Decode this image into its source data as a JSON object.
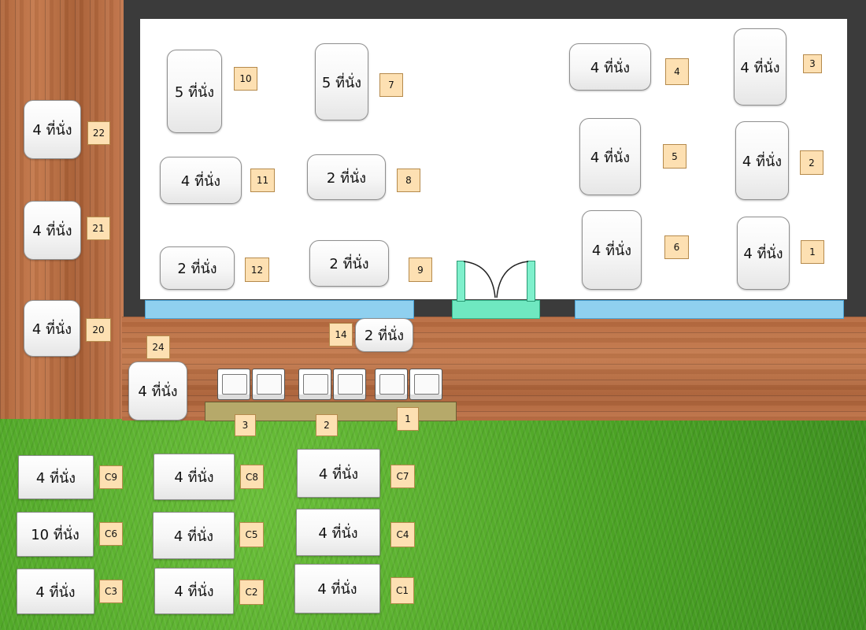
{
  "tables": [
    {
      "id": "t10",
      "label": "5 ที่นั่ง",
      "num": "10"
    },
    {
      "id": "t7",
      "label": "5 ที่นั่ง",
      "num": "7"
    },
    {
      "id": "t4",
      "label": "4 ที่นั่ง",
      "num": "4"
    },
    {
      "id": "t3",
      "label": "4 ที่นั่ง",
      "num": "3"
    },
    {
      "id": "t11",
      "label": "4 ที่นั่ง",
      "num": "11"
    },
    {
      "id": "t8",
      "label": "2 ที่นั่ง",
      "num": "8"
    },
    {
      "id": "t5",
      "label": "4 ที่นั่ง",
      "num": "5"
    },
    {
      "id": "t2",
      "label": "4 ที่นั่ง",
      "num": "2"
    },
    {
      "id": "t12",
      "label": "2 ที่นั่ง",
      "num": "12"
    },
    {
      "id": "t9",
      "label": "2 ที่นั่ง",
      "num": "9"
    },
    {
      "id": "t6",
      "label": "4 ที่นั่ง",
      "num": "6"
    },
    {
      "id": "t1",
      "label": "4 ที่นั่ง",
      "num": "1"
    },
    {
      "id": "t22",
      "label": "4 ที่นั่ง",
      "num": "22"
    },
    {
      "id": "t21",
      "label": "4 ที่นั่ง",
      "num": "21"
    },
    {
      "id": "t20",
      "label": "4 ที่นั่ง",
      "num": "20"
    },
    {
      "id": "t14",
      "label": "2 ที่นั่ง",
      "num": "14"
    },
    {
      "id": "t24",
      "label": "4 ที่นั่ง",
      "num": "24"
    },
    {
      "id": "c9",
      "label": "4 ที่นั่ง",
      "num": "C9"
    },
    {
      "id": "c8",
      "label": "4 ที่นั่ง",
      "num": "C8"
    },
    {
      "id": "c7",
      "label": "4 ที่นั่ง",
      "num": "C7"
    },
    {
      "id": "c6",
      "label": "10 ที่นั่ง",
      "num": "C6"
    },
    {
      "id": "c5",
      "label": "4 ที่นั่ง",
      "num": "C5"
    },
    {
      "id": "c4",
      "label": "4 ที่นั่ง",
      "num": "C4"
    },
    {
      "id": "c3",
      "label": "4 ที่นั่ง",
      "num": "C3"
    },
    {
      "id": "c2",
      "label": "4 ที่นั่ง",
      "num": "C2"
    },
    {
      "id": "c1",
      "label": "4 ที่นั่ง",
      "num": "C1"
    }
  ],
  "bar": {
    "seat_tags": [
      "3",
      "2",
      "1"
    ]
  },
  "colors": {
    "tag_bg": "#fde0b2",
    "wall": "#3b3b3b",
    "window": "#8fd0ef",
    "door": "#6fe8c0",
    "bar_counter": "#b6a96a"
  }
}
